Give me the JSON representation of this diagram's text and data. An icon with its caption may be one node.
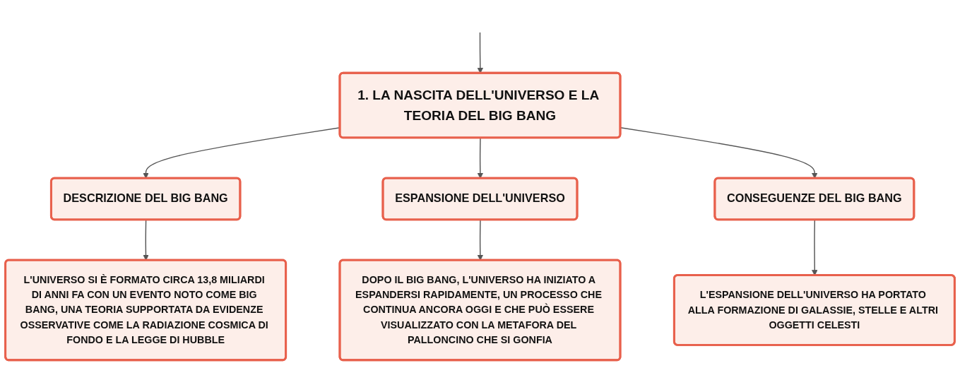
{
  "diagram": {
    "nodes": [
      {
        "text": [
          "1. LA NASCITA DELL'UNIVERSO E LA TEORIA DEL BIG BANG"
        ]
      },
      {
        "text": [
          "DESCRIZIONE DEL BIG BANG"
        ]
      },
      {
        "text": [
          "ESPANSIONE DELL'UNIVERSO"
        ]
      },
      {
        "text": [
          "CONSEGUENZE DEL BIG BANG"
        ]
      },
      {
        "text": [
          "L'UNIVERSO SI È FORMATO CIRCA 13,8 MILIARDI DI ANNI FA CON UN EVENTO NOTO COME BIG BANG, UNA TEORIA SUPPORTATA DA EVIDENZE OSSERVATIVE COME LA RADIAZIONE COSMICA DI FONDO E LA LEGGE DI HUBBLE"
        ]
      },
      {
        "text": [
          "DOPO IL BIG BANG, L'UNIVERSO HA INIZIATO A ESPANDERSI RAPIDAMENTE, UN PROCESSO CHE CONTINUA ANCORA OGGI E CHE PUÒ ESSERE VISUALIZZATO CON LA METAFORA DEL PALLONCINO CHE SI GONFIA"
        ]
      },
      {
        "text": [
          "L'ESPANSIONE DELL'UNIVERSO HA PORTATO ALLA FORMAZIONE DI GALASSIE, STELLE E ALTRI OGGETTI CELESTI"
        ]
      }
    ],
    "edges": [
      {
        "from": null,
        "to": 0,
        "arrow": "to"
      },
      {
        "from": 0,
        "to": 1,
        "arrow": "to"
      },
      {
        "from": 0,
        "to": 2,
        "arrow": "to"
      },
      {
        "from": 0,
        "to": 3,
        "arrow": "to"
      },
      {
        "from": 1,
        "to": 4,
        "arrow": "to"
      },
      {
        "from": 2,
        "to": 5,
        "arrow": "to"
      },
      {
        "from": 3,
        "to": 6,
        "arrow": "to"
      }
    ]
  }
}
